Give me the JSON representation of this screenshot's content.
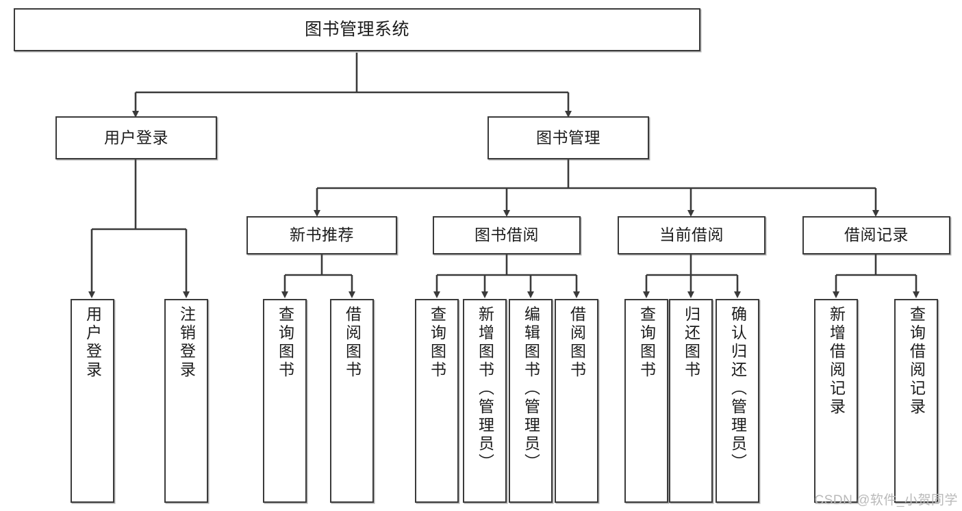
{
  "diagram": {
    "type": "tree-hierarchy",
    "title": "图书管理系统",
    "root": {
      "label": "图书管理系统"
    },
    "level2": [
      {
        "label": "用户登录"
      },
      {
        "label": "图书管理"
      }
    ],
    "level3": [
      {
        "label": "新书推荐"
      },
      {
        "label": "图书借阅"
      },
      {
        "label": "当前借阅"
      },
      {
        "label": "借阅记录"
      }
    ],
    "leaves": {
      "user_login": [
        {
          "label": "用户登录"
        },
        {
          "label": "注销登录"
        }
      ],
      "new_book_recommend": [
        {
          "label": "查询图书"
        },
        {
          "label": "借阅图书"
        }
      ],
      "book_borrow": [
        {
          "label": "查询图书"
        },
        {
          "label": "新增图书（管理员）"
        },
        {
          "label": "编辑图书（管理员）"
        },
        {
          "label": "借阅图书"
        }
      ],
      "current_borrow": [
        {
          "label": "查询图书"
        },
        {
          "label": "归还图书"
        },
        {
          "label": "确认归还（管理员）"
        }
      ],
      "borrow_record": [
        {
          "label": "新增借阅记录"
        },
        {
          "label": "查询借阅记录"
        }
      ]
    }
  },
  "watermark": {
    "text": "CSDN @软件_小贺同学"
  },
  "colors": {
    "stroke": "#3a3a3a",
    "fill": "#ffffff",
    "text": "#1c1c1c",
    "watermark": "#b9b9b9"
  }
}
